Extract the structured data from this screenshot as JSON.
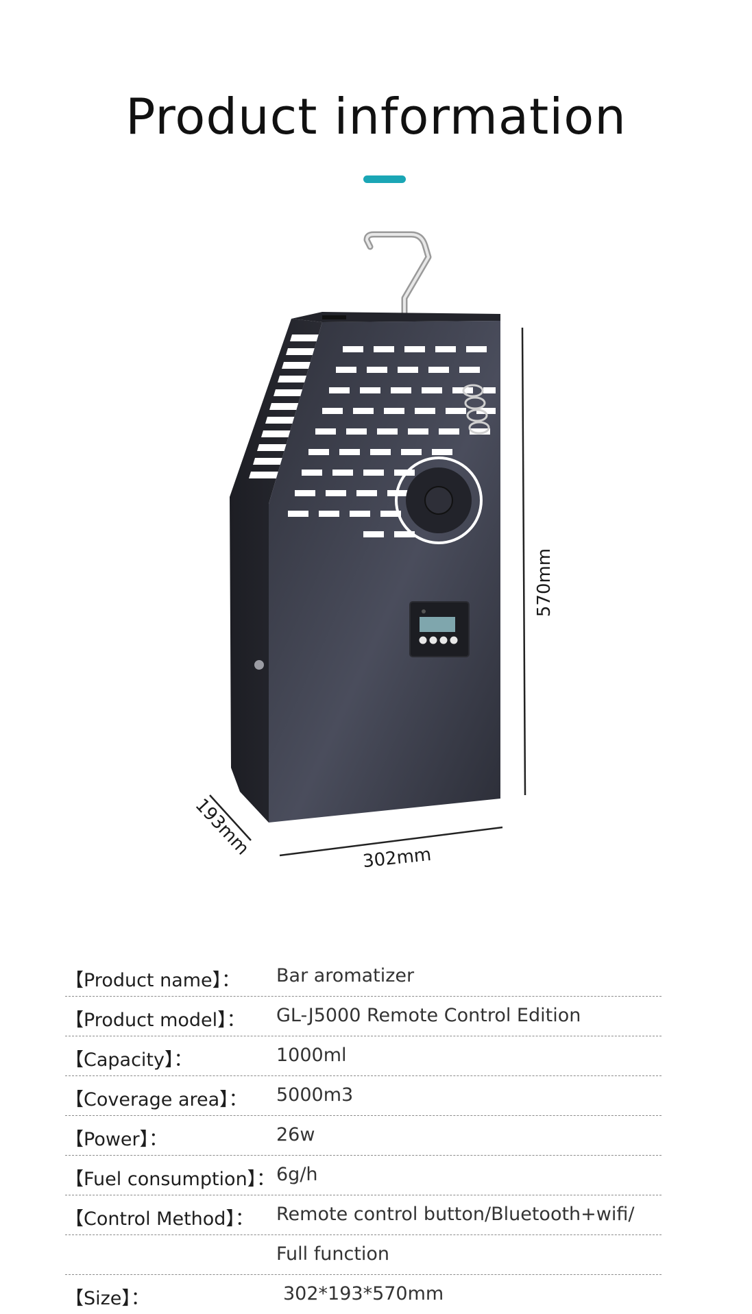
{
  "header": {
    "title": "Product information",
    "accent_color": "#1aa6b5"
  },
  "figure": {
    "height_label": "570mm",
    "width_label": "302mm",
    "depth_label": "193mm",
    "device_color": "#3a3c48"
  },
  "specs": [
    {
      "label": "【Product name】：",
      "value": "Bar aromatizer"
    },
    {
      "label": "【Product model】：",
      "value": "GL-J5000 Remote Control Edition"
    },
    {
      "label": "【Capacity】：",
      "value": "1000ml"
    },
    {
      "label": "【Coverage area】：",
      "value": "5000m3"
    },
    {
      "label": "【Power】：",
      "value": "26w"
    },
    {
      "label": "【Fuel consumption】：",
      "value": "6g/h"
    },
    {
      "label": "【Control Method】：",
      "value": "Remote control button/Bluetooth+wifi/"
    },
    {
      "label": "",
      "value": "Full function"
    },
    {
      "label": "【Size】：",
      "value": "302*193*570mm"
    }
  ]
}
